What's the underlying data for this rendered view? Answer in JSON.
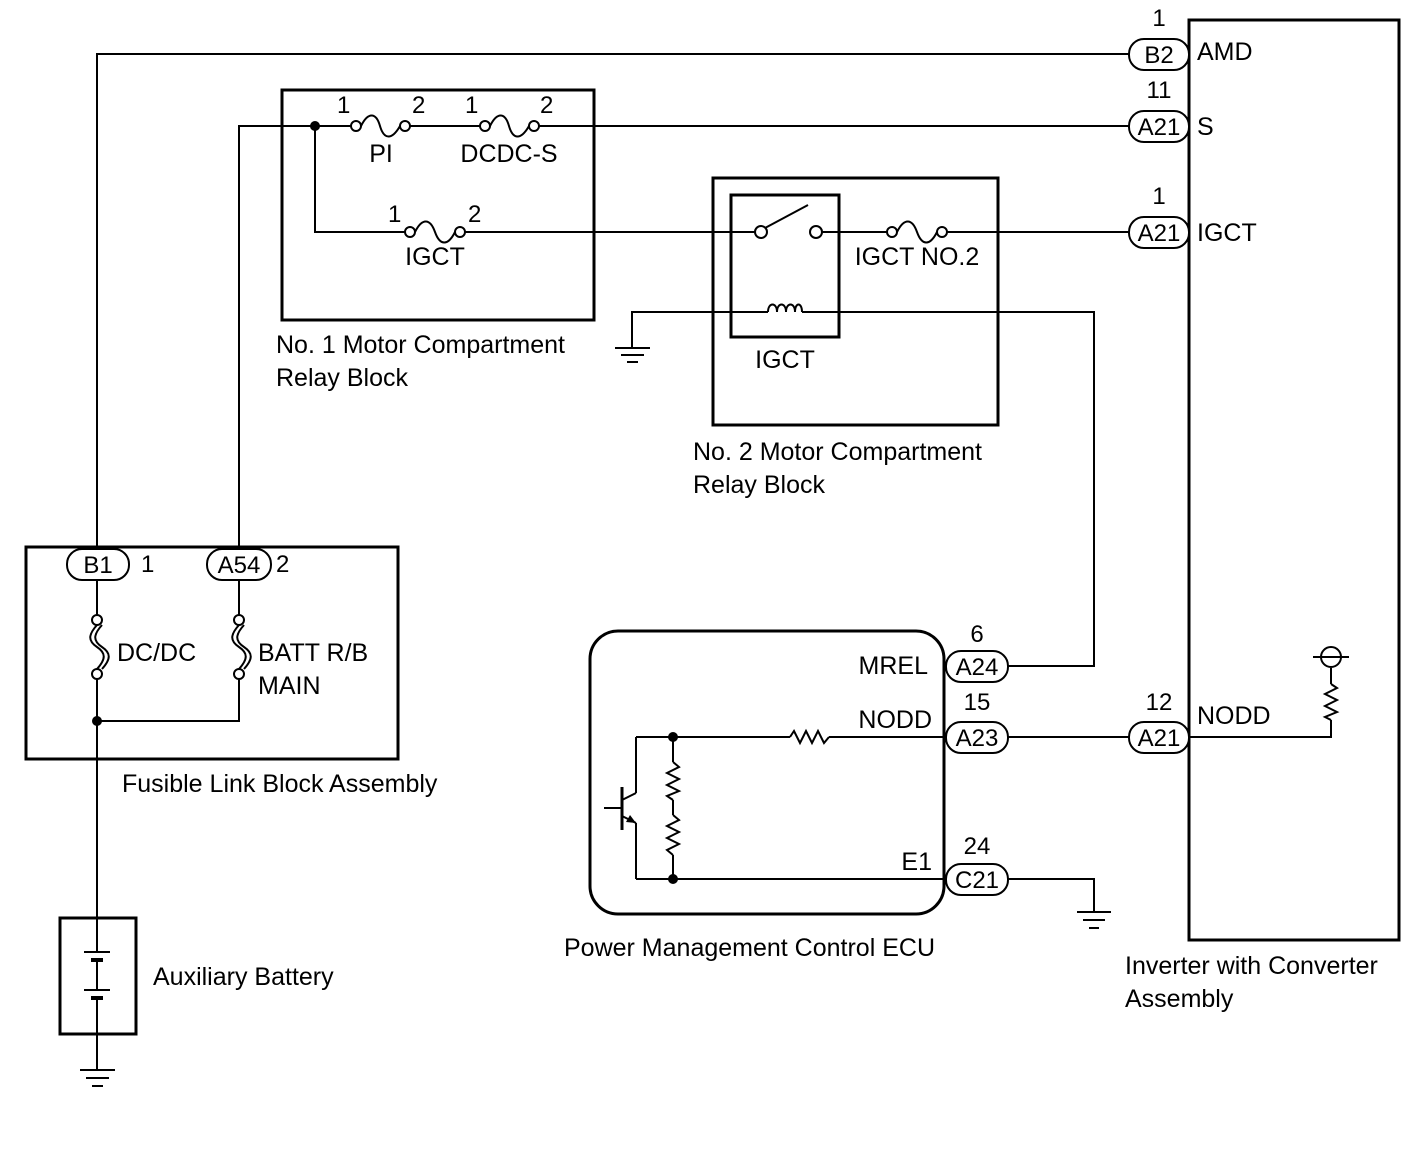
{
  "components": {
    "relay_block_1": {
      "title_line1": "No. 1 Motor Compartment",
      "title_line2": "Relay Block"
    },
    "relay_block_2": {
      "title_line1": "No. 2 Motor Compartment",
      "title_line2": "Relay Block"
    },
    "fusible_link": {
      "title": "Fusible Link Block Assembly"
    },
    "ecu": {
      "title": "Power Management Control ECU"
    },
    "inverter": {
      "title_line1": "Inverter with Converter",
      "title_line2": "Assembly"
    },
    "battery": {
      "title": "Auxiliary Battery"
    }
  },
  "fuses": {
    "pi": {
      "label": "PI",
      "pin_in": "1",
      "pin_out": "2"
    },
    "dcdc_s": {
      "label": "DCDC-S",
      "pin_in": "1",
      "pin_out": "2"
    },
    "igct": {
      "label": "IGCT",
      "pin_in": "1",
      "pin_out": "2"
    },
    "igct_no2": {
      "label": "IGCT NO.2"
    },
    "dcdc": {
      "label": "DC/DC"
    },
    "batt_rb_main": {
      "label_line1": "BATT R/B",
      "label_line2": "MAIN"
    }
  },
  "relays": {
    "igct_relay": {
      "label": "IGCT"
    }
  },
  "connectors": {
    "inv_amd": {
      "code": "B2",
      "pin": "1",
      "signal": "AMD"
    },
    "inv_s": {
      "code": "A21",
      "pin": "11",
      "signal": "S"
    },
    "inv_igct": {
      "code": "A21",
      "pin": "1",
      "signal": "IGCT"
    },
    "inv_nodd": {
      "code": "A21",
      "pin": "12",
      "signal": "NODD"
    },
    "fl_b1": {
      "code": "B1",
      "pin": "1"
    },
    "fl_a54": {
      "code": "A54",
      "pin": "2"
    },
    "ecu_mrel": {
      "code": "A24",
      "pin": "6",
      "signal": "MREL"
    },
    "ecu_nodd": {
      "code": "A23",
      "pin": "15",
      "signal": "NODD"
    },
    "ecu_e1": {
      "code": "C21",
      "pin": "24",
      "signal": "E1"
    }
  }
}
